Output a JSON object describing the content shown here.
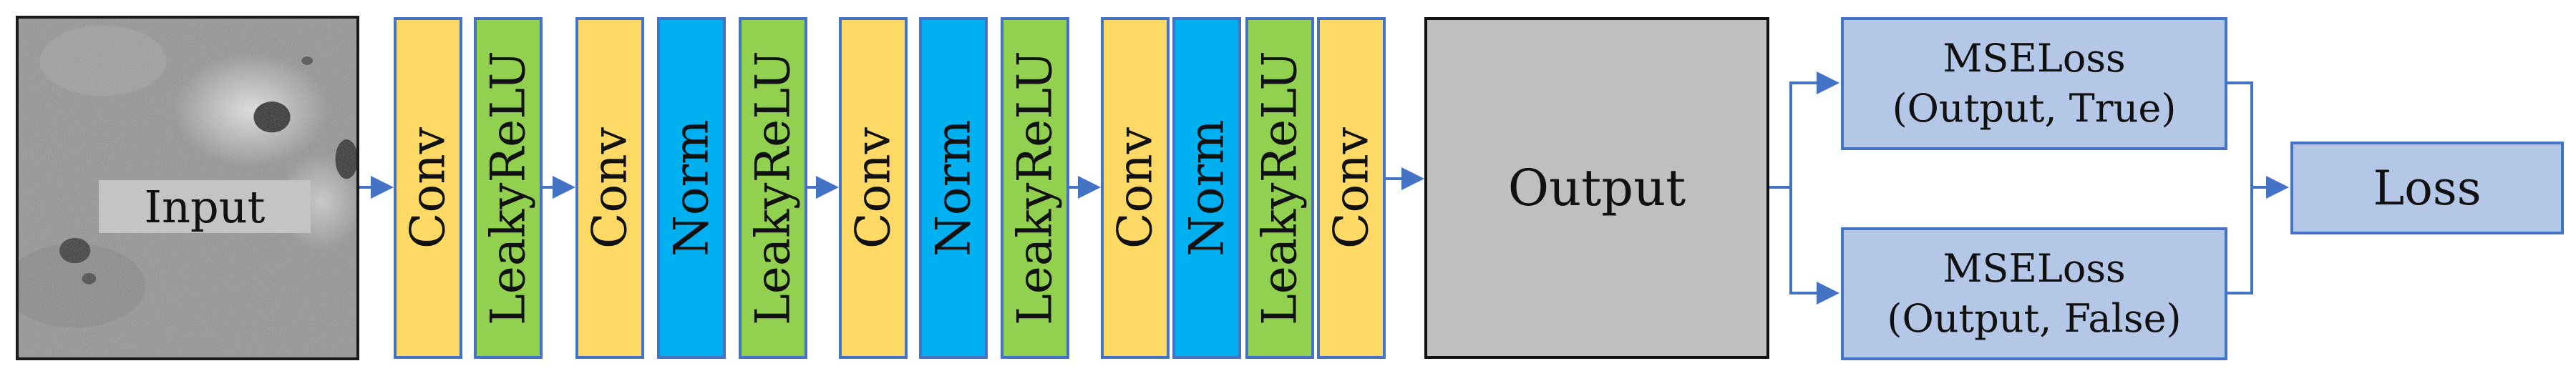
{
  "input": {
    "label": "Input"
  },
  "layers": [
    {
      "label": "Conv",
      "kind": "conv"
    },
    {
      "label": "LeakyReLU",
      "kind": "leaky"
    },
    {
      "label": "Conv",
      "kind": "conv"
    },
    {
      "label": "Norm",
      "kind": "norm"
    },
    {
      "label": "LeakyReLU",
      "kind": "leaky"
    },
    {
      "label": "Conv",
      "kind": "conv"
    },
    {
      "label": "Norm",
      "kind": "norm"
    },
    {
      "label": "LeakyReLU",
      "kind": "leaky"
    },
    {
      "label": "Conv",
      "kind": "conv"
    },
    {
      "label": "Norm",
      "kind": "norm"
    },
    {
      "label": "LeakyReLU",
      "kind": "leaky"
    },
    {
      "label": "Conv",
      "kind": "conv"
    }
  ],
  "output": {
    "label": "Output"
  },
  "mse_true": {
    "line1": "MSELoss",
    "line2": "(Output, True)"
  },
  "mse_false": {
    "line1": "MSELoss",
    "line2": "(Output, False)"
  },
  "loss": {
    "label": "Loss"
  },
  "colors": {
    "conv": "#ffd965",
    "leaky": "#92d050",
    "norm": "#00b0f0",
    "border": "#4472c4",
    "output": "#bfbfbf",
    "loss_fill": "#b4c7e7",
    "arrow": "#4472c4"
  }
}
